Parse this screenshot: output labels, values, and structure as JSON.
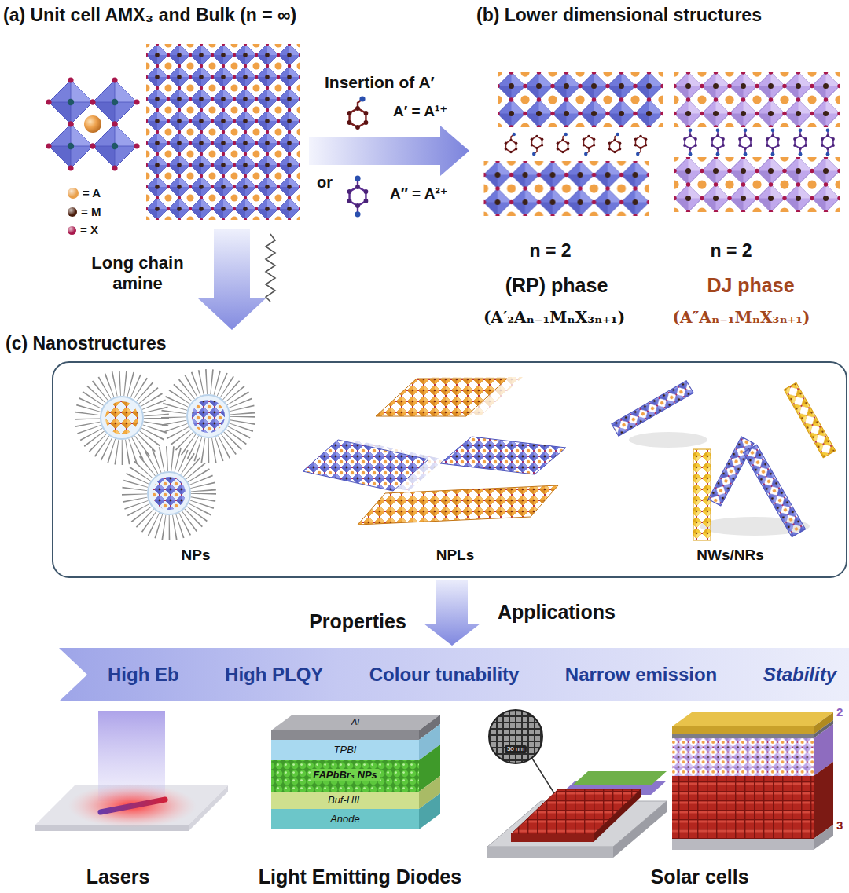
{
  "diagram": {
    "nodes": [
      {
        "text": [
          "(c) Nanostructures",
          "NPs",
          "NPLs",
          "NWs/NRs"
        ]
      },
      {
        "text": [
          "High Eb",
          "High PLQY",
          "Colour tunability",
          "Narrow emission",
          "Stability"
        ]
      }
    ],
    "edges": [
      {
        "from": 0,
        "to": 1,
        "arrow": "to"
      }
    ],
    "labels": [
      "(a) Unit cell AMX₃ and Bulk (n = ∞)",
      "(b) Lower dimensional structures",
      "Insertion of A′",
      "A′ = A¹⁺",
      "or",
      "A″ = A²⁺",
      "Long chain amine",
      "n = 2",
      "n = 2",
      "(RP) phase",
      "DJ phase",
      "(A′₂Aₙ₋₁MₙX₃ₙ₊₁)",
      "(A″Aₙ₋₁MₙX₃ₙ₊₁)",
      "Properties",
      "Applications",
      "Al",
      "TPBI",
      "FAPbBr₃ NPs",
      "Buf-HIL",
      "Anode",
      "50 nm",
      "2",
      "3",
      "Lasers",
      "Light Emitting Diodes",
      "Solar cells"
    ],
    "legend": [
      {
        "text": "= A",
        "color": "#e9a04c"
      },
      {
        "text": "= M",
        "color": "#4a1d0c"
      },
      {
        "text": "= X",
        "color": "#a8174c"
      }
    ]
  }
}
